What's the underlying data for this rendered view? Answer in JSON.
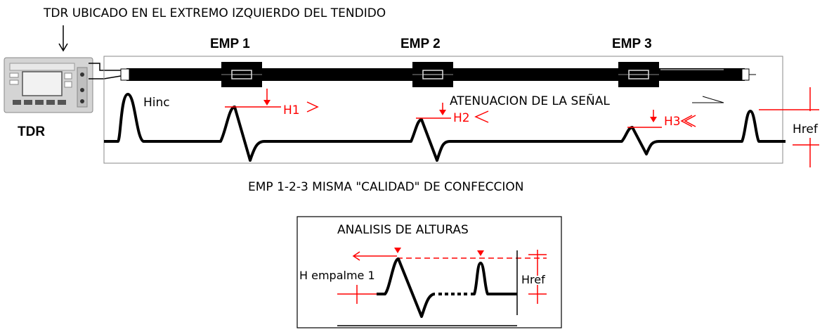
{
  "header": {
    "caption": "TDR UBICADO EN EL EXTREMO IZQUIERDO DEL TENDIDO"
  },
  "splices": [
    {
      "label": "EMP 1",
      "height_label": "H1"
    },
    {
      "label": "EMP 2",
      "height_label": "H2"
    },
    {
      "label": "EMP 3",
      "height_label": "H3"
    }
  ],
  "instrument": {
    "label": "TDR"
  },
  "trace": {
    "incident_label": "Hinc",
    "attenuation_label": "ATENUACION DE LA SEÑAL",
    "reference_label": "Href"
  },
  "note": "EMP 1-2-3 MISMA \"CALIDAD\" DE CONFECCION",
  "inset": {
    "title": "ANALISIS DE ALTURAS",
    "splice_height_label": "H empalme 1",
    "reference_label": "Href"
  },
  "colors": {
    "annotation": "#ff0000",
    "cable": "#000000"
  }
}
